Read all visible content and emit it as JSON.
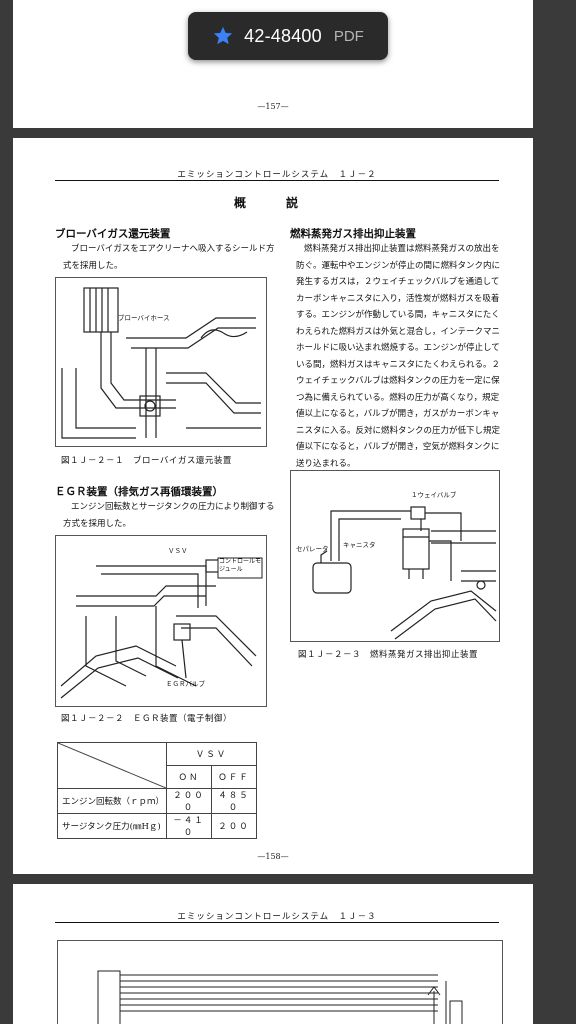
{
  "toolbar": {
    "doc_number": "42-48400",
    "doc_type": "PDF",
    "star_icon": "star-icon",
    "star_color": "#3b82f6"
  },
  "page_top": {
    "page_number": "—157—"
  },
  "page_main": {
    "header": "エミッションコントロールシステム　１Ｊ－２",
    "title": "概　説",
    "blowby": {
      "title": "ブローバイガス還元装置",
      "text": "ブローバイガスをエアクリーナへ吸入するシールド方式を採用した。",
      "figure_label": "ブローバイホース",
      "caption": "図１Ｊ－２－１　ブローバイガス還元装置"
    },
    "egr": {
      "title": "ＥＧＲ装置（排気ガス再循環装置）",
      "text": "エンジン回転数とサージタンクの圧力により制御する方式を採用した。",
      "figure_labels": {
        "vsv": "ＶＳＶ",
        "control_module": "コントロールモジュール",
        "egr_valve": "ＥＧＲバルブ"
      },
      "caption": "図１Ｊ－２－２　ＥＧＲ装置（電子制御）"
    },
    "evap": {
      "title": "燃料蒸発ガス排出抑止装置",
      "text": "燃料蒸発ガス排出抑止装置は燃料蒸発ガスの放出を防ぐ。運転中やエンジンが停止の間に燃料タンク内に発生するガスは，２ウェイチェックバルブを通過してカーボンキャニスタに入り，活性炭が燃料ガスを吸着する。エンジンが作動している間，キャニスタにたくわえられた燃料ガスは外気と混合し，インテークマニホールドに吸い込まれ燃焼する。エンジンが停止している間，燃料ガスはキャニスタにたくわえられる。２ウェイチェックバルブは燃料タンクの圧力を一定に保つ為に備えられている。燃料の圧力が高くなり，規定値以上になると，バルブが開き，ガスがカーボンキャニスタに入る。反対に燃料タンクの圧力が低下し規定値以下になると，バルブが開き，空気が燃料タンクに送り込まれる。",
      "figure_labels": {
        "one_way_valve": "１ウェイバルブ",
        "separator": "セパレータ",
        "canister": "キャニスタ"
      },
      "caption": "図１Ｊ－２－３　燃料蒸発ガス排出抑止装置"
    },
    "table": {
      "group_header": "ＶＳＶ",
      "col_on": "ＯＮ",
      "col_off": "ＯＦＦ",
      "rows": [
        {
          "label": "エンジン回転数（ｒｐｍ）",
          "on": "２０００",
          "off": "４８５０"
        },
        {
          "label": "サージタンク圧力(㎜Hｇ)",
          "on": "－４１０",
          "off": "２００"
        }
      ]
    },
    "page_number": "—158—"
  },
  "page_next": {
    "header": "エミッションコントロールシステム　１Ｊ－３"
  }
}
